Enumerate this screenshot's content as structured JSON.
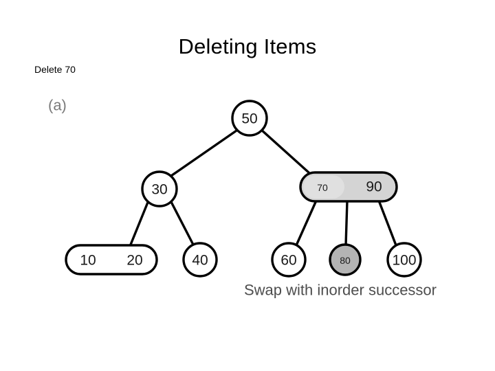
{
  "slide": {
    "title": "Deleting Items",
    "operation_label": "Delete 70",
    "background_color": "#ffffff"
  },
  "figure": {
    "panel_label": "(a)",
    "caption": "Swap with inorder successor",
    "caption_color": "#4d4d4d",
    "panel_label_color": "#7a7a7a",
    "nodes": [
      {
        "id": "n50",
        "keys": [
          "50"
        ],
        "shape": "circle",
        "fill": "#ffffff",
        "highlighted": false,
        "level": 0
      },
      {
        "id": "n30",
        "keys": [
          "30"
        ],
        "shape": "circle",
        "fill": "#ffffff",
        "highlighted": false,
        "level": 1
      },
      {
        "id": "n70-90",
        "keys": [
          "70",
          "90"
        ],
        "shape": "rounded-rect",
        "fill": "#d4d4d4",
        "highlighted": true,
        "highlight_key": "70",
        "level": 1
      },
      {
        "id": "n10-20",
        "keys": [
          "10",
          "20"
        ],
        "shape": "rounded-rect",
        "fill": "#ffffff",
        "highlighted": false,
        "level": 2
      },
      {
        "id": "n40",
        "keys": [
          "40"
        ],
        "shape": "circle",
        "fill": "#ffffff",
        "highlighted": false,
        "level": 2
      },
      {
        "id": "n60",
        "keys": [
          "60"
        ],
        "shape": "circle",
        "fill": "#ffffff",
        "highlighted": false,
        "level": 2
      },
      {
        "id": "n80",
        "keys": [
          "80"
        ],
        "shape": "circle",
        "fill": "#b4b4b4",
        "highlighted": true,
        "level": 2
      },
      {
        "id": "n100",
        "keys": [
          "100"
        ],
        "shape": "circle",
        "fill": "#ffffff",
        "highlighted": false,
        "level": 2
      }
    ],
    "edges": [
      {
        "from": "n50",
        "to": "n30"
      },
      {
        "from": "n50",
        "to": "n70-90"
      },
      {
        "from": "n30",
        "to": "n10-20"
      },
      {
        "from": "n30",
        "to": "n40"
      },
      {
        "from": "n70-90",
        "to": "n60"
      },
      {
        "from": "n70-90",
        "to": "n80"
      },
      {
        "from": "n70-90",
        "to": "n100"
      }
    ],
    "node_labels": {
      "n50_k0": "50",
      "n30_k0": "30",
      "n70_90_k0": "70",
      "n70_90_k1": "90",
      "n10_20_k0": "10",
      "n10_20_k1": "20",
      "n40_k0": "40",
      "n60_k0": "60",
      "n80_k0": "80",
      "n100_k0": "100"
    }
  }
}
